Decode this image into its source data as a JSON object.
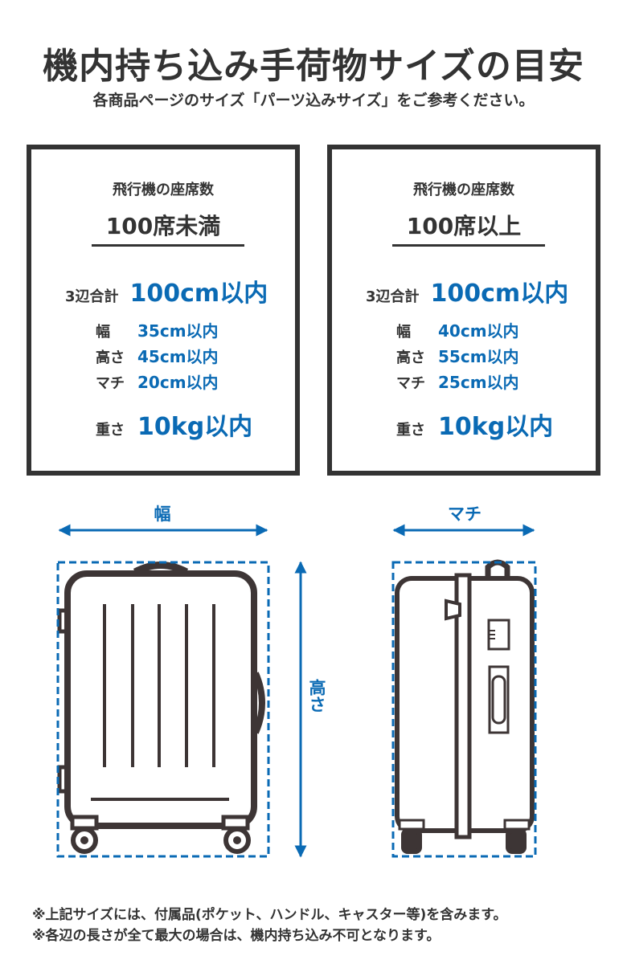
{
  "header": {
    "title": "機内持ち込み手荷物サイズの目安",
    "subtitle": "各商品ページのサイズ「パーツ込みサイズ」をご参考ください。"
  },
  "cards": [
    {
      "caption": "飛行機の座席数",
      "seats": "100席未満",
      "total_label": "3辺合計",
      "total_value": "100cm以内",
      "width_label": "幅",
      "width_value": "35cm以内",
      "height_label": "高さ",
      "height_value": "45cm以内",
      "depth_label": "マチ",
      "depth_value": "20cm以内",
      "weight_label": "重さ",
      "weight_value": "10kg以内"
    },
    {
      "caption": "飛行機の座席数",
      "seats": "100席以上",
      "total_label": "3辺合計",
      "total_value": "100cm以内",
      "width_label": "幅",
      "width_value": "40cm以内",
      "height_label": "高さ",
      "height_value": "55cm以内",
      "depth_label": "マチ",
      "depth_value": "25cm以内",
      "weight_label": "重さ",
      "weight_value": "10kg以内"
    }
  ],
  "diagram": {
    "width_label": "幅",
    "height_label": "高さ",
    "depth_label": "マチ"
  },
  "notes": [
    "※上記サイズには、付属品(ポケット、ハンドル、キャスター等)を含みます。",
    "※各辺の長さが全て最大の場合は、機内持ち込み不可となります。"
  ],
  "colors": {
    "accent": "#0a6ab4",
    "text": "#333333",
    "illustration": "#3d3535"
  }
}
